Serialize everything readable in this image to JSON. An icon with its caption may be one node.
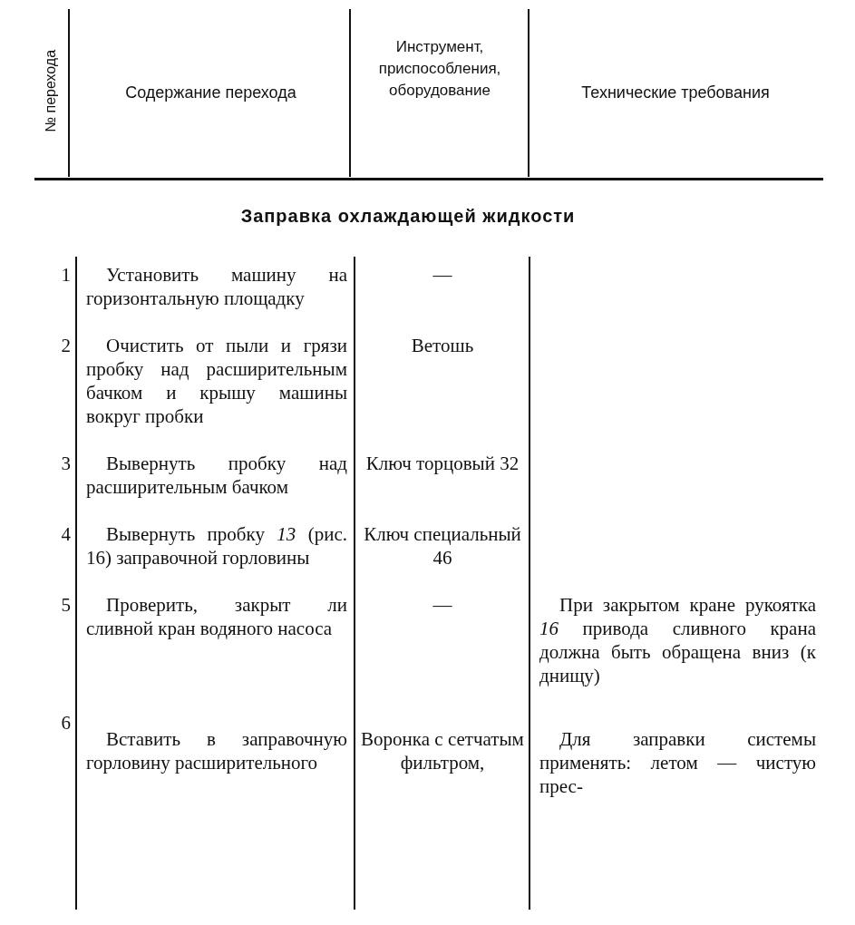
{
  "diagram": {
    "labels": [
      "№ перехода",
      "Содержание перехода",
      "Инструмент, приспособления, оборудование",
      "Технические требования",
      "Заправка охлаждающей жидкости",
      "1",
      "Установить машину на горизонтальную площадку",
      "—",
      "2",
      "Очистить от пыли и грязи пробку над расширительным бачком и крышу машины вокруг пробки",
      "Ветошь",
      "3",
      "Вывернуть пробку над расширительным бачком",
      "Ключ торцовый 32",
      "4",
      "Вывернуть пробку *13* (рис. 16) заправочной горловины",
      "Ключ специальный 46",
      "5",
      "Проверить, закрыт ли сливной кран водяного насоса",
      "—",
      "При закрытом кране рукоятка *16* привода сливного крана должна быть обращена вниз (к днищу)",
      "6",
      "Вставить в заправочную горловину расширительного",
      "Воронка с сетчатым фильтром,",
      "Для заправки системы применять: летом — чистую прес-"
    ]
  }
}
